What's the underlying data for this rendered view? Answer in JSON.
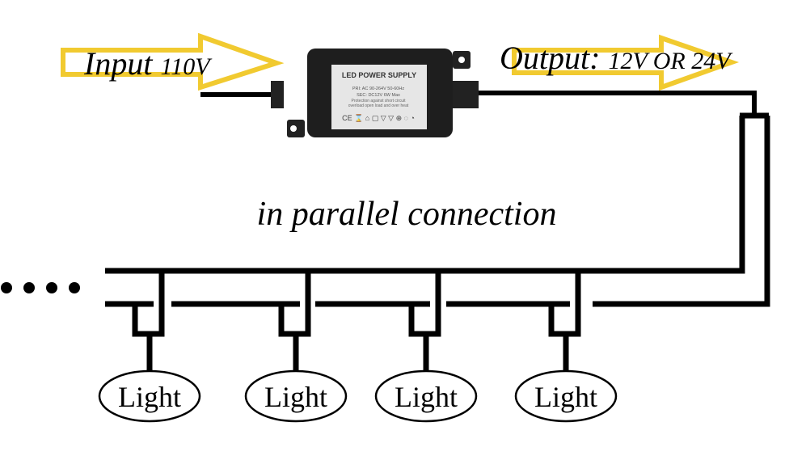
{
  "input_label": {
    "prefix": "Input",
    "voltage": "110V"
  },
  "output_label": {
    "prefix": "Output:",
    "voltage": "12V OR 24V"
  },
  "title": "in parallel connection",
  "ellipsis": "....",
  "power_supply": {
    "heading": "LED POWER SUPPLY",
    "line1": "PRI: AC 90-264V  50-60Hz",
    "line2": "SEC: DC12V       6W Max",
    "line3": "Protection against short circuit",
    "line4": "overload open load and over heat",
    "cert_marks": "CE ⌛ ⌂ ▢ ▽ ▽ ⊕ ◌ ◔"
  },
  "lights": [
    {
      "label": "Light"
    },
    {
      "label": "Light"
    },
    {
      "label": "Light"
    },
    {
      "label": "Light"
    }
  ],
  "colors": {
    "arrow": "#f0c419",
    "wire": "#000000",
    "psu_body": "#1e1e1e",
    "psu_label": "#e6e6e6"
  }
}
